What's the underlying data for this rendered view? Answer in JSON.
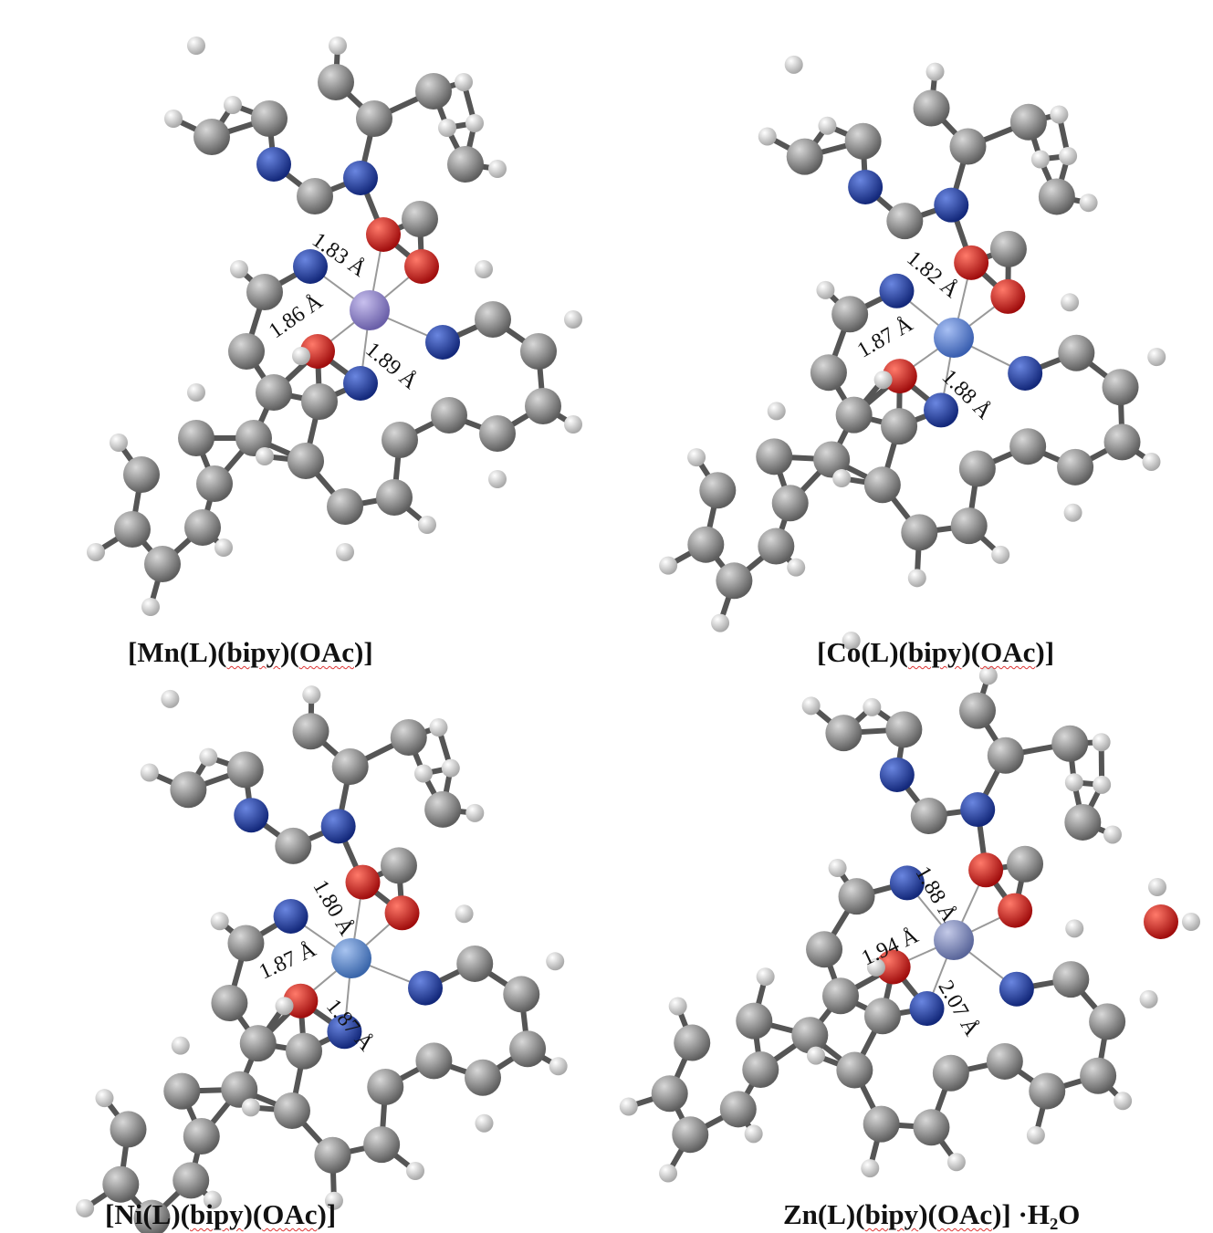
{
  "colors": {
    "carbon": "#7d7d7d",
    "nitrogen": "#1f3fa8",
    "oxygen": "#d01a1a",
    "hydrogen": "#e8e8e8",
    "manganese": "#8a7fc0",
    "cobalt": "#5b7fcf",
    "nickel": "#5b86c8",
    "zinc": "#7a86b8"
  },
  "panels": [
    {
      "caption_parts": [
        "[Mn(L)(",
        "bipy",
        ")(",
        "OAc",
        ")]"
      ],
      "bonds": [
        "1.83 Å",
        "1.86 Å",
        "1.89 Å"
      ]
    },
    {
      "caption_parts": [
        "[Co(L)(",
        "bipy",
        ")(",
        "OAc",
        ")]"
      ],
      "bonds": [
        "1.82 Å",
        "1.87 Å",
        "1.88 Å"
      ]
    },
    {
      "caption_parts": [
        "[Ni(L)(",
        "bipy",
        ")(",
        "OAc",
        ")]"
      ],
      "bonds": [
        "1.80 Å",
        "1.87 Å",
        "1.87 Å"
      ]
    },
    {
      "caption_parts": [
        "Zn(L)(",
        "bipy",
        ")(",
        "OAc",
        ")] ·H₂O"
      ],
      "bonds": [
        "1.88 Å",
        "1.94 Å",
        "2.07 Å"
      ]
    }
  ]
}
